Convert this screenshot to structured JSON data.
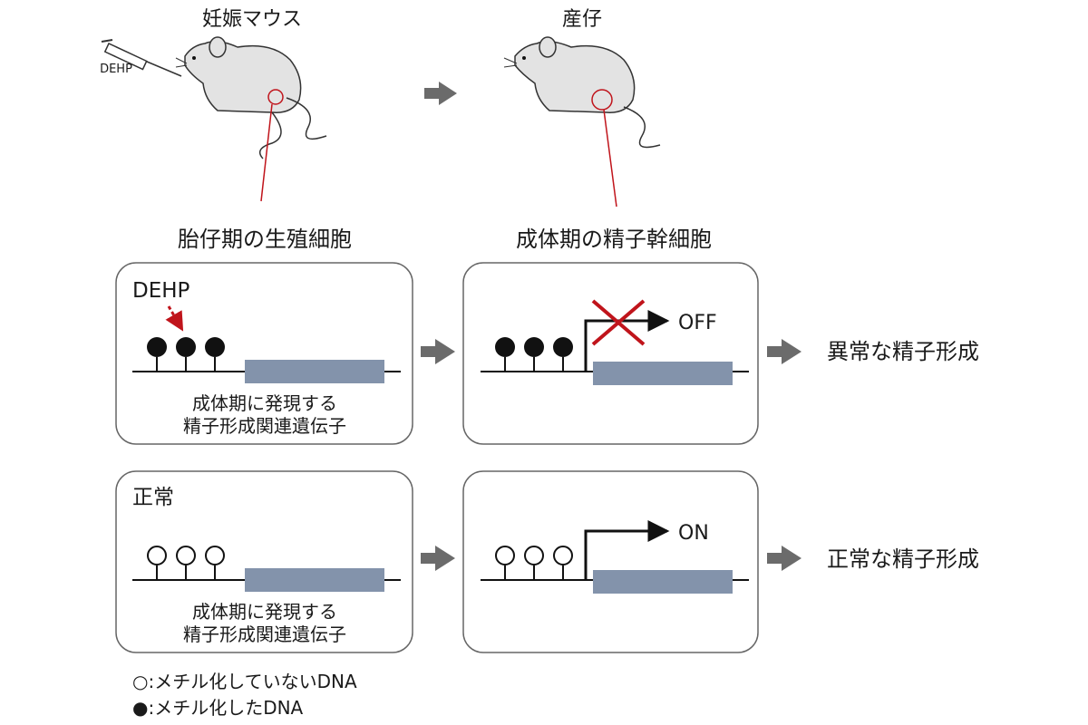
{
  "colors": {
    "gene_box": "#8393ab",
    "arrow_gray": "#6b6b6b",
    "red_accent": "#c0141b",
    "panel_border": "#666666",
    "mouse_fill": "#e3e3e3"
  },
  "top": {
    "pregnant_mouse_label": "妊娠マウス",
    "offspring_label": "産仔",
    "syringe_label": "DEHP",
    "fetal_germ_cell_label": "胎仔期の生殖細胞",
    "adult_stem_cell_label": "成体期の精子幹細胞"
  },
  "dehp_row": {
    "panel_title": "DEHP",
    "gene_caption_line1": "成体期に発現する",
    "gene_caption_line2": "精子形成関連遺伝子",
    "transcription_state": "OFF",
    "outcome": "異常な精子形成"
  },
  "normal_row": {
    "panel_title": "正常",
    "gene_caption_line1": "成体期に発現する",
    "gene_caption_line2": "精子形成関連遺伝子",
    "transcription_state": "ON",
    "outcome": "正常な精子形成"
  },
  "legend": {
    "unmethylated": "○:メチル化していないDNA",
    "methylated": "●:メチル化したDNA"
  }
}
